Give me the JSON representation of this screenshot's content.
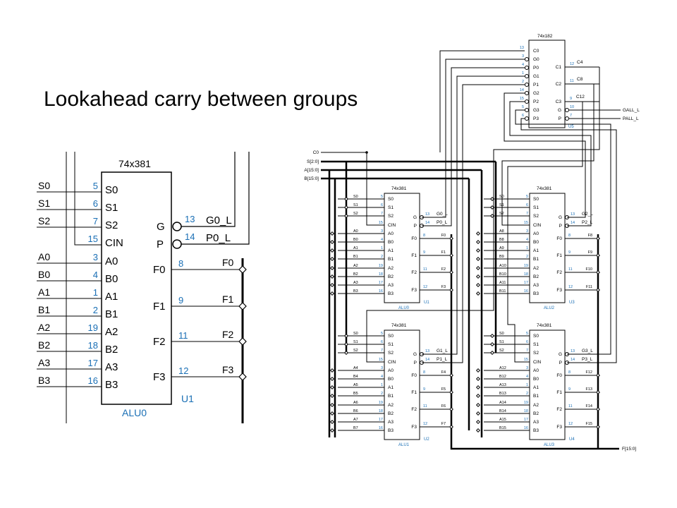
{
  "title": "Lookahead carry between groups",
  "colors": {
    "wire": "#000000",
    "pin_number": "#1a6fb5",
    "ref_label": "#1a6fb5",
    "bubble_fill": "#ffffff"
  },
  "big_alu": {
    "part": "74x381",
    "pins_in": [
      {
        "ext": "S0",
        "num": "5",
        "pin": "S0"
      },
      {
        "ext": "S1",
        "num": "6",
        "pin": "S1"
      },
      {
        "ext": "S2",
        "num": "7",
        "pin": "S2"
      },
      {
        "ext": "",
        "num": "15",
        "pin": "CIN"
      },
      {
        "ext": "A0",
        "num": "3",
        "pin": "A0"
      },
      {
        "ext": "B0",
        "num": "4",
        "pin": "B0"
      },
      {
        "ext": "A1",
        "num": "1",
        "pin": "A1"
      },
      {
        "ext": "B1",
        "num": "2",
        "pin": "B1"
      },
      {
        "ext": "A2",
        "num": "19",
        "pin": "A2"
      },
      {
        "ext": "B2",
        "num": "18",
        "pin": "B2"
      },
      {
        "ext": "A3",
        "num": "17",
        "pin": "A3"
      },
      {
        "ext": "B3",
        "num": "16",
        "pin": "B3"
      }
    ],
    "pins_gp": [
      {
        "pin": "G",
        "num": "13",
        "ext": "G0_L"
      },
      {
        "pin": "P",
        "num": "14",
        "ext": "P0_L"
      }
    ],
    "pins_f": [
      {
        "pin": "F0",
        "num": "8",
        "ext": "F0"
      },
      {
        "pin": "F1",
        "num": "9",
        "ext": "F1"
      },
      {
        "pin": "F2",
        "num": "11",
        "ext": "F2"
      },
      {
        "pin": "F3",
        "num": "12",
        "ext": "F3"
      }
    ],
    "ref": "U1",
    "name": "ALU0"
  },
  "lookahead": {
    "part": "74x182",
    "left_pins": [
      {
        "num": "13",
        "pin": "C0",
        "bubble": false
      },
      {
        "num": "3",
        "pin": "G0",
        "bubble": true
      },
      {
        "num": "4",
        "pin": "P0",
        "bubble": true
      },
      {
        "num": "1",
        "pin": "G1",
        "bubble": true
      },
      {
        "num": "2",
        "pin": "P1",
        "bubble": true
      },
      {
        "num": "14",
        "pin": "G2",
        "bubble": true
      },
      {
        "num": "15",
        "pin": "P2",
        "bubble": true
      },
      {
        "num": "5",
        "pin": "G3",
        "bubble": true
      },
      {
        "num": "6",
        "pin": "P3",
        "bubble": true
      }
    ],
    "right_pins": [
      {
        "pin": "C1",
        "num": "12",
        "ext": "C4",
        "bubble": false
      },
      {
        "pin": "C2",
        "num": "11",
        "ext": "C8",
        "bubble": false
      },
      {
        "pin": "C3",
        "num": "9",
        "ext": "C12",
        "bubble": false
      },
      {
        "pin": "G",
        "num": "10",
        "ext": "GALL_L",
        "bubble": true
      },
      {
        "pin": "P",
        "num": "7",
        "ext": "PALL_L",
        "bubble": true
      }
    ],
    "ref": "U5"
  },
  "buses": [
    "C0",
    "S[2:0]",
    "A[15:0]",
    "B[15:0]"
  ],
  "output_bus": "F[15:0]",
  "small_alu_part": "74x381",
  "small_alu_pin_names": [
    "S0",
    "S1",
    "S2",
    "CIN",
    "A0",
    "B0",
    "A1",
    "B1",
    "A2",
    "B2",
    "A3",
    "B3"
  ],
  "small_alu_pin_nums": [
    "5",
    "6",
    "7",
    "15",
    "3",
    "4",
    "1",
    "2",
    "19",
    "18",
    "17",
    "16"
  ],
  "small_alu_gp": [
    {
      "pin": "G",
      "num": "13"
    },
    {
      "pin": "P",
      "num": "14"
    }
  ],
  "small_alu_f": [
    {
      "pin": "F0",
      "num": "8"
    },
    {
      "pin": "F1",
      "num": "9"
    },
    {
      "pin": "F2",
      "num": "11"
    },
    {
      "pin": "F3",
      "num": "12"
    }
  ],
  "small_alus": [
    {
      "name": "ALU0",
      "ref": "U1",
      "g": "G0_L",
      "p": "P0_L",
      "labels": [
        "S0",
        "S1",
        "S2",
        "",
        "A0",
        "B0",
        "A1",
        "B1",
        "A2",
        "B2",
        "A3",
        "B3"
      ],
      "f": [
        "F0",
        "F1",
        "F2",
        "F3"
      ]
    },
    {
      "name": "ALU1",
      "ref": "U2",
      "g": "G1_L",
      "p": "P1_L",
      "labels": [
        "S0",
        "S1",
        "S2",
        "",
        "A4",
        "B4",
        "A5",
        "B5",
        "A6",
        "B6",
        "A7",
        "B7"
      ],
      "f": [
        "F4",
        "F5",
        "F6",
        "F7"
      ]
    },
    {
      "name": "ALU2",
      "ref": "U3",
      "g": "G2_L",
      "p": "P2_L",
      "labels": [
        "S0",
        "S1",
        "S2",
        "",
        "A8",
        "B8",
        "A9",
        "B9",
        "A10",
        "B10",
        "A11",
        "B11"
      ],
      "f": [
        "F8",
        "F9",
        "F10",
        "F11"
      ]
    },
    {
      "name": "ALU3",
      "ref": "U4",
      "g": "G3_L",
      "p": "P3_L",
      "labels": [
        "S0",
        "S1",
        "S2",
        "",
        "A12",
        "B12",
        "A13",
        "B13",
        "A14",
        "B14",
        "A15",
        "B15"
      ],
      "f": [
        "F12",
        "F13",
        "F14",
        "F15"
      ]
    }
  ]
}
